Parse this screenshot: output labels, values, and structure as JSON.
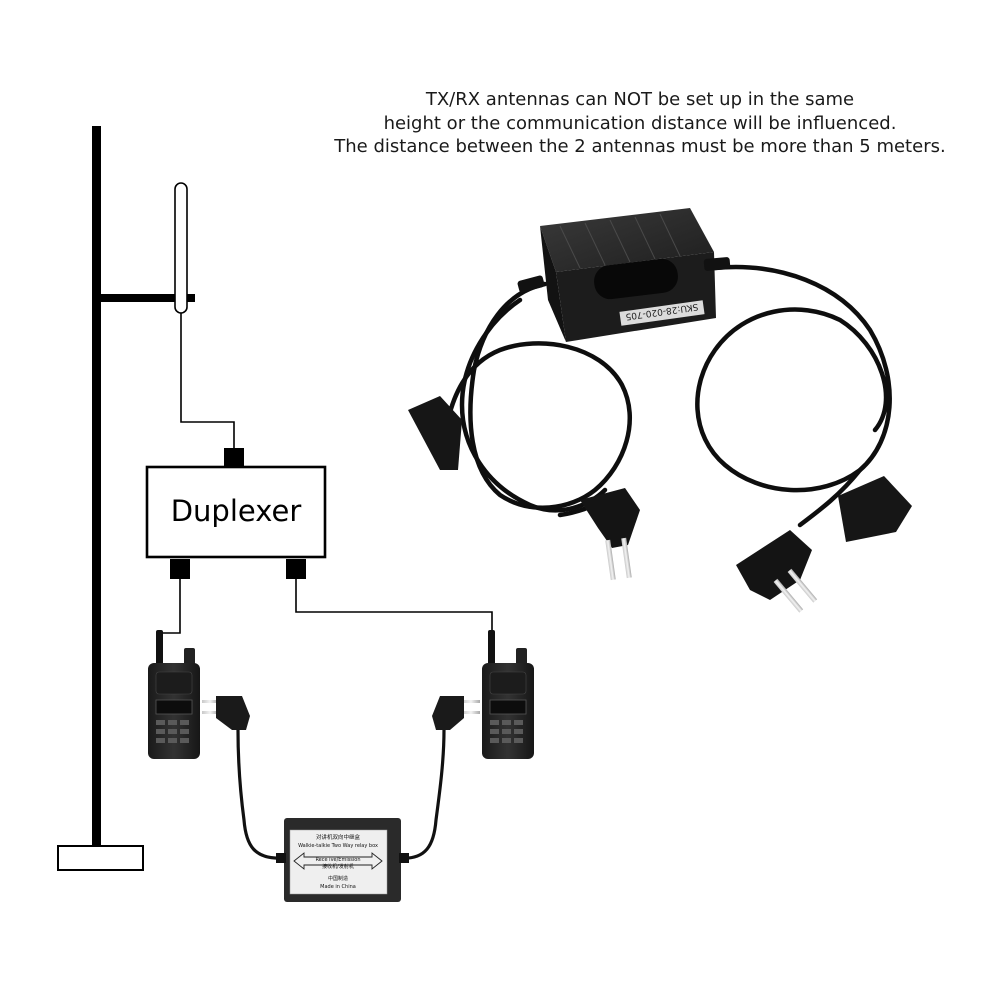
{
  "note": {
    "line1": "TX/RX antennas can NOT be set up in the same",
    "line2": "height or the communication distance will be influenced.",
    "line3": "The distance between the 2 antennas must be more than 5 meters."
  },
  "duplexer": {
    "label": "Duplexer"
  },
  "relay_box_small": {
    "title_cn": "对讲机双向中继盒",
    "title_en": "Walkie-talkie Two Way relay box",
    "mode_en": "Rece ive/Emission",
    "mode_cn": "接收机/发射机",
    "made_cn": "中国制造",
    "made_en": "Made in China"
  },
  "relay_box_large": {
    "sku": "SKU:28-020-705"
  },
  "radio": {
    "brand": ""
  },
  "colors": {
    "line": "#000000",
    "box": "#2b2b2b",
    "cable": "#111111"
  }
}
